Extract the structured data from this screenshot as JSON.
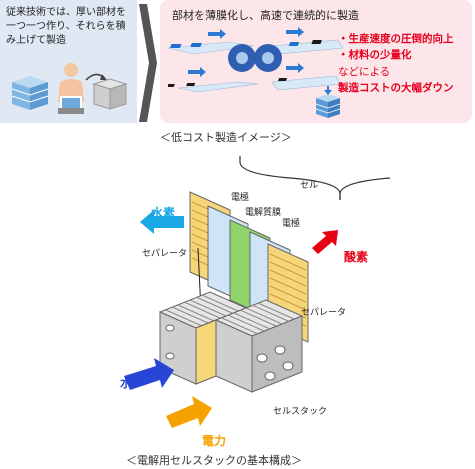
{
  "top": {
    "left_text": "従来技術では、厚い部材を一つ一つ作り、それらを積み上げて製造",
    "right_title": "部材を薄膜化し、高速で連続的に製造",
    "benefits": [
      "・生産速度の圧倒的向上",
      "・材料の少量化",
      "などによる",
      "製造コストの大幅ダウン"
    ],
    "caption": "＜低コスト製造イメージ＞"
  },
  "stack": {
    "cell_label": "セル",
    "electrode_top": "電極",
    "membrane": "電解質膜",
    "electrode_mid": "電極",
    "hydrogen": "水素",
    "oxygen": "酸素",
    "separator_left": "セパレータ",
    "separator_right": "セパレータ",
    "water": "水",
    "power": "電力",
    "cell_stack": "セルスタック",
    "caption": "＜電解用セルスタックの基本構成＞"
  },
  "colors": {
    "left_bg": "#dfe8f3",
    "right_bg": "#fde6e9",
    "accent_red": "#e6001e",
    "hydrogen_blue": "#1aa7e6",
    "oxygen_red": "#e60012",
    "water_blue": "#2846d6",
    "power_orange": "#f5a100"
  }
}
